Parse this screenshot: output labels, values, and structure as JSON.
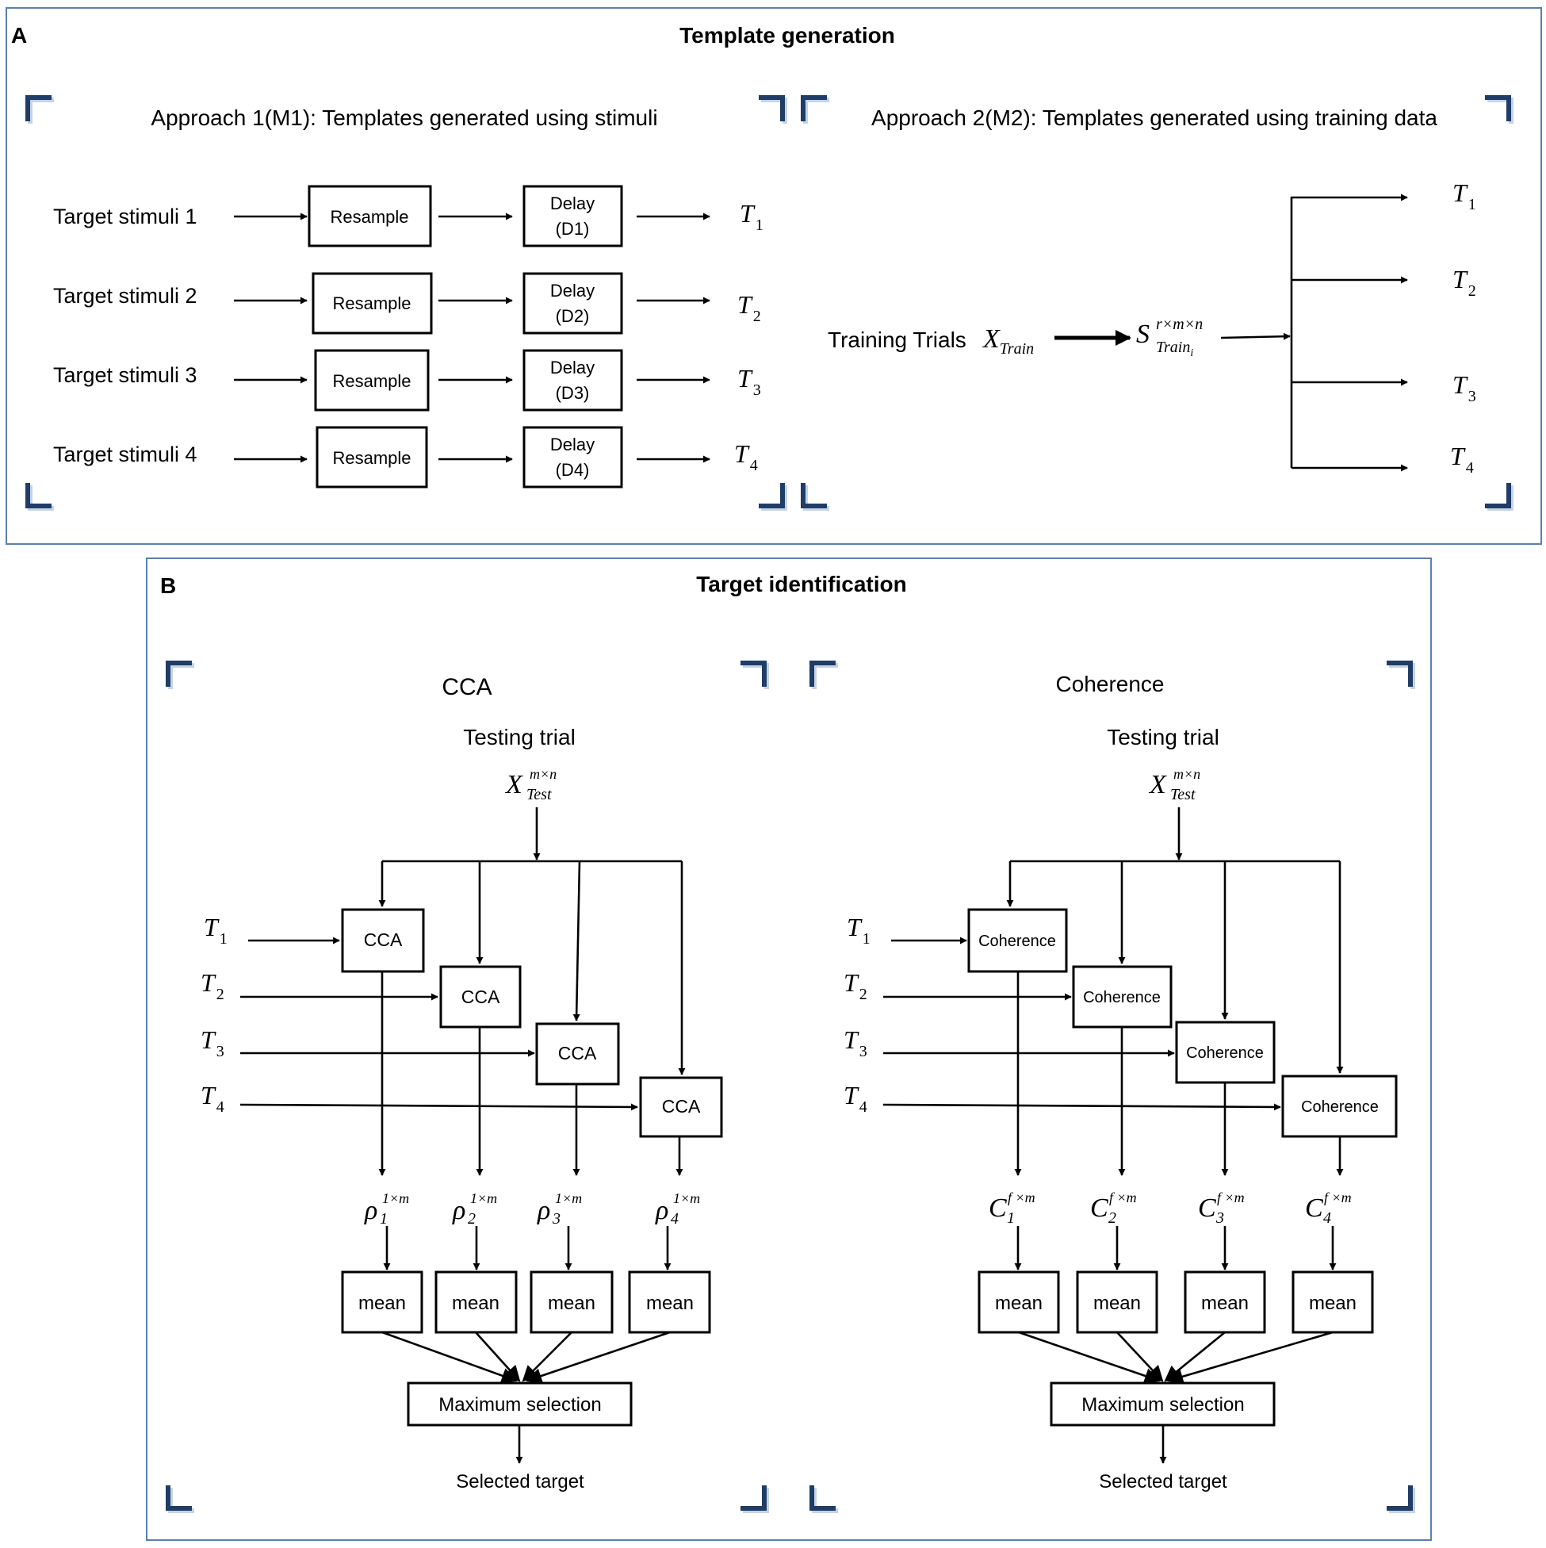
{
  "panelA": {
    "letter": "A",
    "title": "Template generation",
    "approach1": {
      "title": "Approach 1(M1): Templates generated using stimuli",
      "rows": [
        {
          "stimulus": "Target stimuli 1",
          "resample": "Resample",
          "delay_top": "Delay",
          "delay_bottom": "(D1)",
          "out_T": "T",
          "out_sub": "1"
        },
        {
          "stimulus": "Target stimuli 2",
          "resample": "Resample",
          "delay_top": "Delay",
          "delay_bottom": "(D2)",
          "out_T": "T",
          "out_sub": "2"
        },
        {
          "stimulus": "Target stimuli 3",
          "resample": "Resample",
          "delay_top": "Delay",
          "delay_bottom": "(D3)",
          "out_T": "T",
          "out_sub": "3"
        },
        {
          "stimulus": "Target stimuli 4",
          "resample": "Resample",
          "delay_top": "Delay",
          "delay_bottom": "(D4)",
          "out_T": "T",
          "out_sub": "4"
        }
      ]
    },
    "approach2": {
      "title": "Approach 2(M2): Templates generated using  training data",
      "training_label": "Training Trials",
      "x_main": "X",
      "x_sub": "Train",
      "s_main": "S",
      "s_sup": "r×m×n",
      "s_sub": "Train",
      "s_subsub": "i",
      "outputs": [
        {
          "T": "T",
          "sub": "1"
        },
        {
          "T": "T",
          "sub": "2"
        },
        {
          "T": "T",
          "sub": "3"
        },
        {
          "T": "T",
          "sub": "4"
        }
      ]
    }
  },
  "panelB": {
    "letter": "B",
    "title": "Target identification",
    "cca": {
      "title": "CCA",
      "testing_label": "Testing trial",
      "x_main": "X",
      "x_sup": "m×n",
      "x_sub": "Test",
      "inputs": [
        {
          "T": "T",
          "sub": "1"
        },
        {
          "T": "T",
          "sub": "2"
        },
        {
          "T": "T",
          "sub": "3"
        },
        {
          "T": "T",
          "sub": "4"
        }
      ],
      "blocks": [
        "CCA",
        "CCA",
        "CCA",
        "CCA"
      ],
      "outputs": [
        {
          "main": "ρ",
          "sub": "1",
          "sup": "1×m"
        },
        {
          "main": "ρ",
          "sub": "2",
          "sup": "1×m"
        },
        {
          "main": "ρ",
          "sub": "3",
          "sup": "1×m"
        },
        {
          "main": "ρ",
          "sub": "4",
          "sup": "1×m"
        }
      ],
      "means": [
        "mean",
        "mean",
        "mean",
        "mean"
      ],
      "max_label": "Maximum selection",
      "selected_label": "Selected target"
    },
    "coherence": {
      "title": "Coherence",
      "testing_label": "Testing trial",
      "x_main": "X",
      "x_sup": "m×n",
      "x_sub": "Test",
      "inputs": [
        {
          "T": "T",
          "sub": "1"
        },
        {
          "T": "T",
          "sub": "2"
        },
        {
          "T": "T",
          "sub": "3"
        },
        {
          "T": "T",
          "sub": "4"
        }
      ],
      "blocks": [
        "Coherence",
        "Coherence",
        "Coherence",
        "Coherence"
      ],
      "outputs": [
        {
          "main": "C",
          "sub": "1",
          "sup": "f ×m"
        },
        {
          "main": "C",
          "sub": "2",
          "sup": "f ×m"
        },
        {
          "main": "C",
          "sub": "3",
          "sup": "f ×m"
        },
        {
          "main": "C",
          "sub": "4",
          "sup": "f ×m"
        }
      ],
      "means": [
        "mean",
        "mean",
        "mean",
        "mean"
      ],
      "max_label": "Maximum selection",
      "selected_label": "Selected target"
    }
  }
}
